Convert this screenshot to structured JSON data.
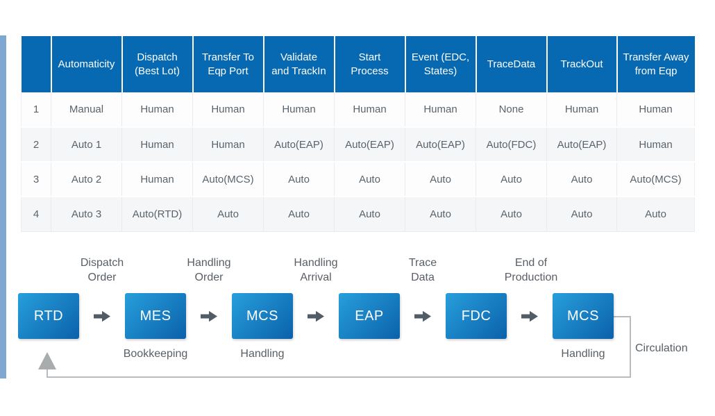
{
  "table": {
    "columns": [
      "",
      "Automaticity",
      "Dispatch\n(Best Lot)",
      "Transfer To\nEqp Port",
      "Validate\nand TrackIn",
      "Start\nProcess",
      "Event (EDC,\nStates)",
      "TraceData",
      "TrackOut",
      "Transfer Away\nfrom Eqp"
    ],
    "rows": [
      [
        "1",
        "Manual",
        "Human",
        "Human",
        "Human",
        "Human",
        "Human",
        "None",
        "Human",
        "Human"
      ],
      [
        "2",
        "Auto 1",
        "Human",
        "Human",
        "Auto(EAP)",
        "Auto(EAP)",
        "Auto(EAP)",
        "Auto(FDC)",
        "Auto(EAP)",
        "Human"
      ],
      [
        "3",
        "Auto 2",
        "Human",
        "Auto(MCS)",
        "Auto",
        "Auto",
        "Auto",
        "Auto",
        "Auto",
        "Auto(MCS)"
      ],
      [
        "4",
        "Auto 3",
        "Auto(RTD)",
        "Auto",
        "Auto",
        "Auto",
        "Auto",
        "Auto",
        "Auto",
        "Auto"
      ]
    ]
  },
  "flow": {
    "boxes": [
      {
        "label": "RTD",
        "below": ""
      },
      {
        "label": "MES",
        "below": "Bookkeeping"
      },
      {
        "label": "MCS",
        "below": "Handling"
      },
      {
        "label": "EAP",
        "below": ""
      },
      {
        "label": "FDC",
        "below": ""
      },
      {
        "label": "MCS",
        "below": "Handling"
      }
    ],
    "connector_labels": [
      "Dispatch\nOrder",
      "Handling\nOrder",
      "Handling\nArrival",
      "Trace\nData",
      "End of\nProduction"
    ],
    "loop_label": "Circulation"
  },
  "colors": {
    "header_bg": "#0769b1",
    "accent_bar": "#7ea7d2",
    "box_gradient_start": "#279fdb",
    "box_gradient_end": "#0b61ab",
    "flow_arrow": "#515c64",
    "loop_line": "#b9bcbe",
    "loop_arrowhead": "#a9acac",
    "cell_text": "#59636c"
  }
}
